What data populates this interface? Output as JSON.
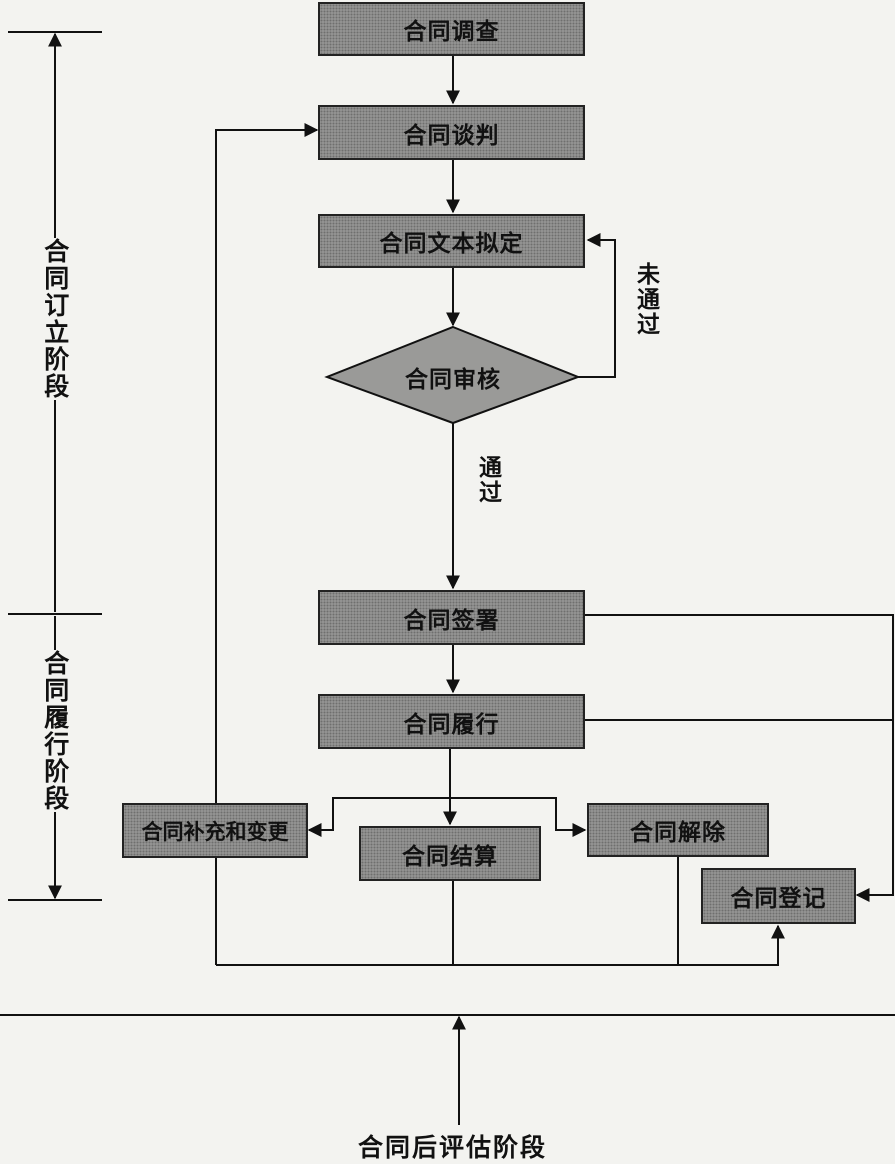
{
  "nodes": {
    "survey": "合同调查",
    "negotiation": "合同谈判",
    "drafting": "合同文本拟定",
    "review": "合同审核",
    "signing": "合同签署",
    "performance": "合同履行",
    "supplement": "合同补充和变更",
    "settlement": "合同结算",
    "termination": "合同解除",
    "registration": "合同登记"
  },
  "edge_labels": {
    "rejected": "未通过",
    "approved": "通过"
  },
  "phases": {
    "formation": "合同订立阶段",
    "performance": "合同履行阶段",
    "post_evaluation": "合同后评估阶段"
  }
}
